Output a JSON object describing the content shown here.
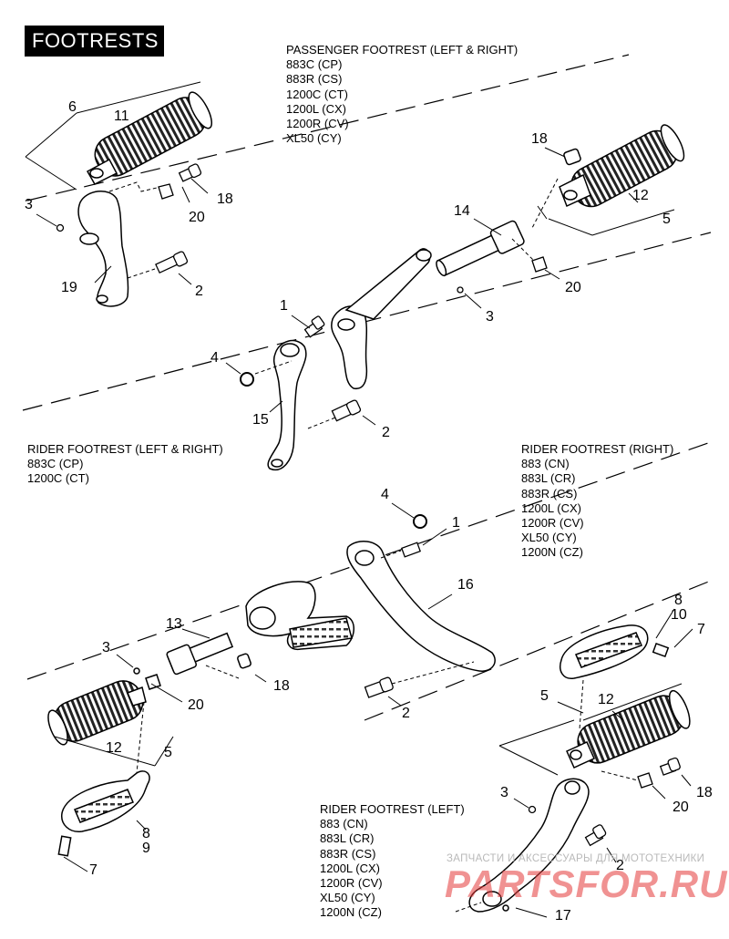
{
  "title": "FOOTRESTS",
  "sections": {
    "passenger": {
      "heading": "PASSENGER FOOTREST (LEFT & RIGHT)",
      "models": [
        "883C (CP)",
        "883R (CS)",
        "1200C (CT)",
        "1200L (CX)",
        "1200R (CV)",
        "XL50 (CY)"
      ]
    },
    "rider_left_right": {
      "heading": "RIDER FOOTREST (LEFT & RIGHT)",
      "models": [
        "883C (CP)",
        "1200C (CT)"
      ]
    },
    "rider_right": {
      "heading": "RIDER FOOTREST (RIGHT)",
      "models": [
        "883 (CN)",
        "883L (CR)",
        "883R (CS)",
        "1200L (CX)",
        "1200R (CV)",
        "XL50 (CY)",
        "1200N (CZ)"
      ]
    },
    "rider_left": {
      "heading": "RIDER FOOTREST (LEFT)",
      "models": [
        "883 (CN)",
        "883L (CR)",
        "883R (CS)",
        "1200L (CX)",
        "1200R (CV)",
        "XL50 (CY)",
        "1200N (CZ)"
      ]
    }
  },
  "callouts": {
    "c6": "6",
    "c11": "11",
    "c3a": "3",
    "c18a": "18",
    "c20a": "20",
    "c19": "19",
    "c2a": "2",
    "c18b": "18",
    "c12a": "12",
    "c5a": "5",
    "c14": "14",
    "c20b": "20",
    "c3b": "3",
    "c1a": "1",
    "c4a": "4",
    "c15": "15",
    "c2b": "2",
    "c4b": "4",
    "c1b": "1",
    "c16": "16",
    "c13": "13",
    "c3c": "3",
    "c18c": "18",
    "c20c": "20",
    "c12b": "12",
    "c5b": "5",
    "c2c": "2",
    "c8a": "8",
    "c9": "9",
    "c7a": "7",
    "c8b": "8",
    "c10": "10",
    "c7b": "7",
    "c5c": "5",
    "c12c": "12",
    "c3d": "3",
    "c20d": "20",
    "c18d": "18",
    "c2d": "2",
    "c17": "17"
  },
  "watermark": {
    "line1": "ЗАПЧАСТИ И АКСЕССУАРЫ ДЛЯ МОТОТЕХНИКИ",
    "line2": "PARTSFOR.RU"
  }
}
